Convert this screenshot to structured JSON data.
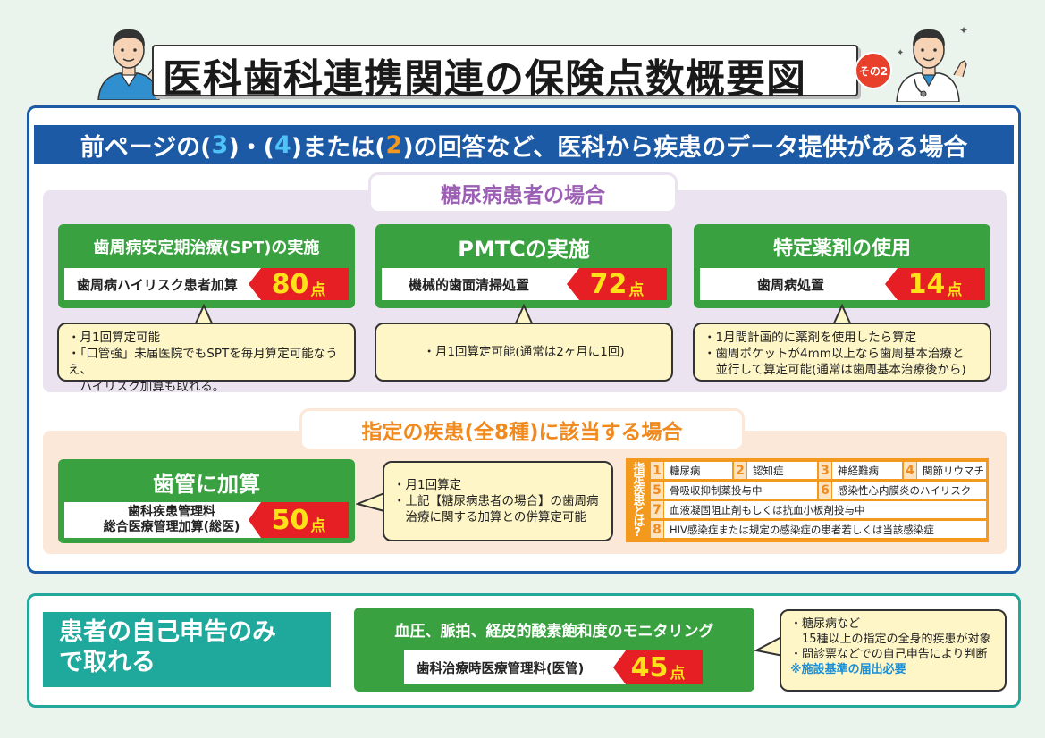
{
  "title": {
    "text": "医科歯科連携関連の保険点数概要図",
    "badge": "その2"
  },
  "main": {
    "header_parts": [
      "前ページの(",
      "3",
      ")・(",
      "4",
      ")または(",
      "2",
      ")の回答など、医科から疾患のデータ提供がある場合"
    ]
  },
  "diabetes": {
    "title": "糖尿病患者の場合",
    "cards": [
      {
        "title": "歯周病安定期治療(SPT)の実施",
        "item": "歯周病ハイリスク患者加算",
        "points": "80",
        "unit": "点",
        "notes": [
          "・月1回算定可能",
          "・「口管強」未届医院でもSPTを毎月算定可能なうえ、",
          "　ハイリスク加算も取れる。"
        ]
      },
      {
        "title": "PMTCの実施",
        "item": "機械的歯面清掃処置",
        "points": "72",
        "unit": "点",
        "notes": [
          "・月1回算定可能(通常は2ヶ月に1回)"
        ]
      },
      {
        "title": "特定薬剤の使用",
        "item": "歯周病処置",
        "points": "14",
        "unit": "点",
        "notes": [
          "・1月間計画的に薬剤を使用したら算定",
          "・歯周ポケットが4mm以上なら歯周基本治療と",
          "　並行して算定可能(通常は歯周基本治療後から)"
        ]
      }
    ]
  },
  "designated": {
    "title": "指定の疾患(全8種)に該当する場合",
    "card": {
      "title": "歯管に加算",
      "item_line1": "歯科疾患管理料",
      "item_line2": "総合医療管理加算(総医)",
      "points": "50",
      "unit": "点"
    },
    "notes": [
      "・月1回算定",
      "・上記【糖尿病患者の場合】の歯周病",
      "　治療に関する加算との併算定可能"
    ],
    "table_label": "指定疾患とは?",
    "diseases": [
      {
        "no": "1",
        "name": "糖尿病"
      },
      {
        "no": "2",
        "name": "認知症"
      },
      {
        "no": "3",
        "name": "神経難病"
      },
      {
        "no": "4",
        "name": "関節リウマチ"
      },
      {
        "no": "5",
        "name": "骨吸収抑制薬投与中"
      },
      {
        "no": "6",
        "name": "感染性心内膜炎のハイリスク"
      },
      {
        "no": "7",
        "name": "血液凝固阻止剤もしくは抗血小板剤投与中"
      },
      {
        "no": "8",
        "name": "HIV感染症または規定の感染症の患者若しくは当該感染症"
      }
    ]
  },
  "self_report": {
    "label_line1": "患者の自己申告のみ",
    "label_line2": "で取れる",
    "card": {
      "title": "血圧、脈拍、経皮的酸素飽和度のモニタリング",
      "item": "歯科治療時医療管理料(医管)",
      "points": "45",
      "unit": "点"
    },
    "notes": [
      "・糖尿病など",
      "　15種以上の指定の全身的疾患が対象",
      "・問診票などでの自己申告により判断"
    ],
    "note_highlight": "※施設基準の届出必要"
  },
  "colors": {
    "blue": "#1c5aa6",
    "green": "#3aa140",
    "red": "#e51f23",
    "yellow": "#ffe11a",
    "teal": "#1fa89c",
    "orange": "#f39a1e",
    "purple": "#9b5fb3"
  },
  "icons": [
    "male-staff-illustration",
    "male-doctor-illustration"
  ]
}
